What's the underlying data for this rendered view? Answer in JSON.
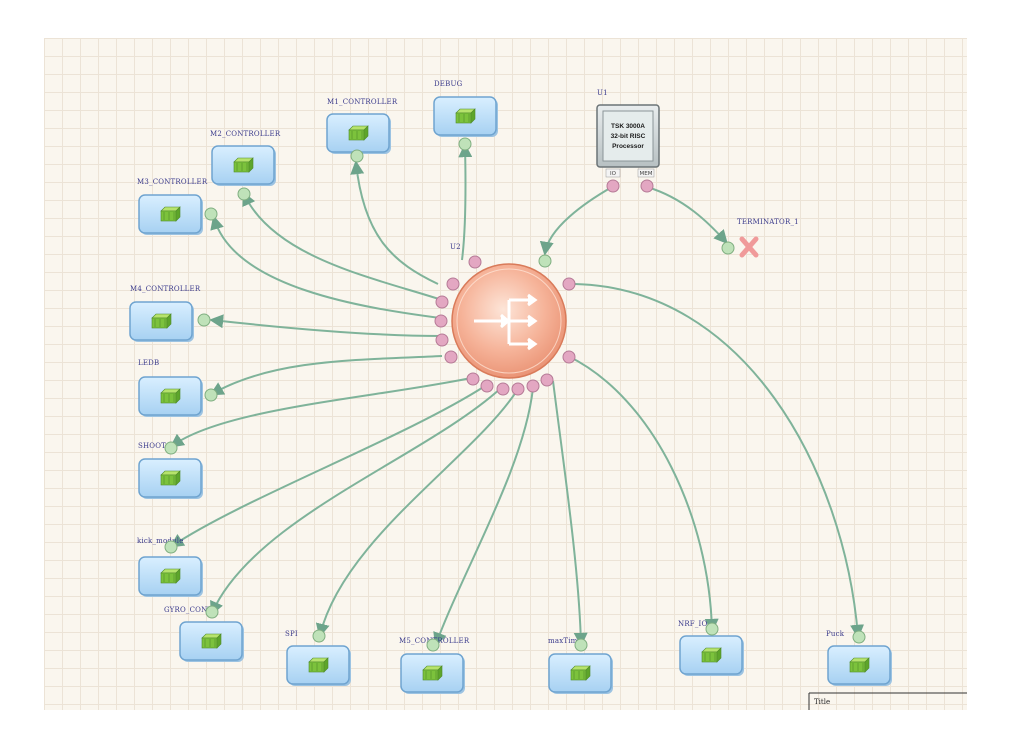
{
  "nodes": [
    {
      "id": "m2",
      "label": "M2_CONTROLLER"
    },
    {
      "id": "m1",
      "label": "M1_CONTROLLER"
    },
    {
      "id": "debug",
      "label": "DEBUG"
    },
    {
      "id": "m3",
      "label": "M3_CONTROLLER"
    },
    {
      "id": "m4",
      "label": "M4_CONTROLLER"
    },
    {
      "id": "ledb",
      "label": "LEDB"
    },
    {
      "id": "shoot",
      "label": "SHOOT"
    },
    {
      "id": "kick",
      "label": "kick_module"
    },
    {
      "id": "gyro",
      "label": "GYRO_CONT"
    },
    {
      "id": "spi",
      "label": "SPI"
    },
    {
      "id": "m5",
      "label": "M5_CONTROLLER"
    },
    {
      "id": "maxtime",
      "label": "maxTime"
    },
    {
      "id": "nrf",
      "label": "NRF_IO"
    },
    {
      "id": "puck",
      "label": "Puck"
    }
  ],
  "hub": {
    "label": "U2"
  },
  "processor": {
    "ref": "U1",
    "lines": [
      "TSK 3000A",
      "32-bit RISC",
      "Processor"
    ],
    "ports": [
      "IO",
      "MEM"
    ]
  },
  "terminator": {
    "label": "TERMINATOR_1"
  },
  "title_block": {
    "label": "Title"
  },
  "colors": {
    "background": "#faf6ee",
    "grid": "#ece3d6",
    "wire": "#7fb39a",
    "node_fill": "#bfe0f7",
    "node_border": "#6fa4d0",
    "hub_fill": "#f6b49a",
    "port_pink": "#e3a7c2",
    "port_green": "#bfe2b9",
    "terminator": "#f4a7a7"
  }
}
